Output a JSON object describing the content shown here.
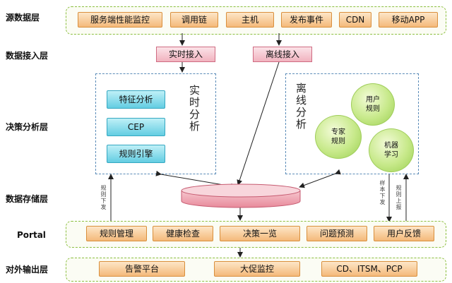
{
  "layers": {
    "source": "源数据层",
    "ingest": "数据接入层",
    "decision": "决策分析层",
    "storage": "数据存储层",
    "portal": "Portal",
    "output": "对外输出层"
  },
  "source_items": [
    "服务端性能监控",
    "调用链",
    "主机",
    "发布事件",
    "CDN",
    "移动APP"
  ],
  "ingest": {
    "realtime": "实时接入",
    "offline": "离线接入"
  },
  "realtime_panel": {
    "title": "实时分析",
    "items": [
      "特征分析",
      "CEP",
      "规则引擎"
    ]
  },
  "offline_panel": {
    "title": "离线分析",
    "circles": [
      "用户\n规则",
      "专家\n规则",
      "机器\n学习"
    ]
  },
  "edge_labels": {
    "rule_push": "规则下发",
    "sample_down": "样本下发",
    "rule_up": "规则上报"
  },
  "portal_items": [
    "规则管理",
    "健康检查",
    "决策一览",
    "问题预测",
    "用户反馈"
  ],
  "output_items": [
    "告警平台",
    "大促监控",
    "CD、ITSM、PCP"
  ]
}
